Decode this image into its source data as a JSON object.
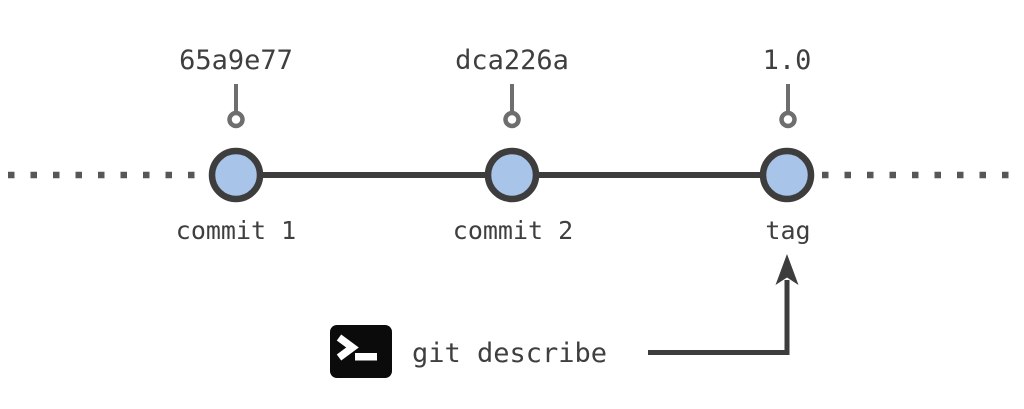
{
  "timeline": {
    "nodes": [
      {
        "id": "commit-1",
        "hash_label": "65a9e77",
        "caption": "commit 1"
      },
      {
        "id": "commit-2",
        "hash_label": "dca226a",
        "caption": "commit 2"
      },
      {
        "id": "tag",
        "hash_label": "1.0",
        "caption": "tag"
      }
    ]
  },
  "command": {
    "icon": "terminal-icon",
    "icon_glyph": ">_",
    "label": "git describe",
    "points_to": "tag"
  },
  "colors": {
    "background": "#ffffff",
    "node_fill": "#a9c4e9",
    "node_stroke": "#3d3d3d",
    "timeline_line": "#3d3d3d",
    "timeline_dots": "#575757",
    "pin": "#6e6e6e",
    "text": "#3f3f3f",
    "arrow": "#3d3d3d",
    "terminal_bg": "#0b0b0b",
    "terminal_fg": "#ffffff"
  }
}
